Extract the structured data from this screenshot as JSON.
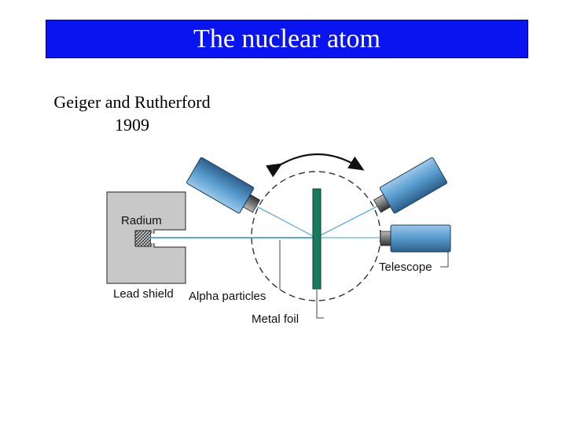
{
  "title": "The nuclear atom",
  "subtitle": {
    "line1": "Geiger and Rutherford",
    "line2": "1909"
  },
  "diagram": {
    "labels": {
      "radium": "Radium",
      "lead_shield": "Lead shield",
      "alpha_particles": "Alpha particles",
      "metal_foil": "Metal foil",
      "telescope": "Telescope"
    },
    "colors": {
      "title_background": "#0a14f0",
      "beam": "#3aa0d8",
      "foil": "#1a7a5e",
      "shield": "#c8c8c8",
      "telescope": "#5a9fd0"
    }
  }
}
